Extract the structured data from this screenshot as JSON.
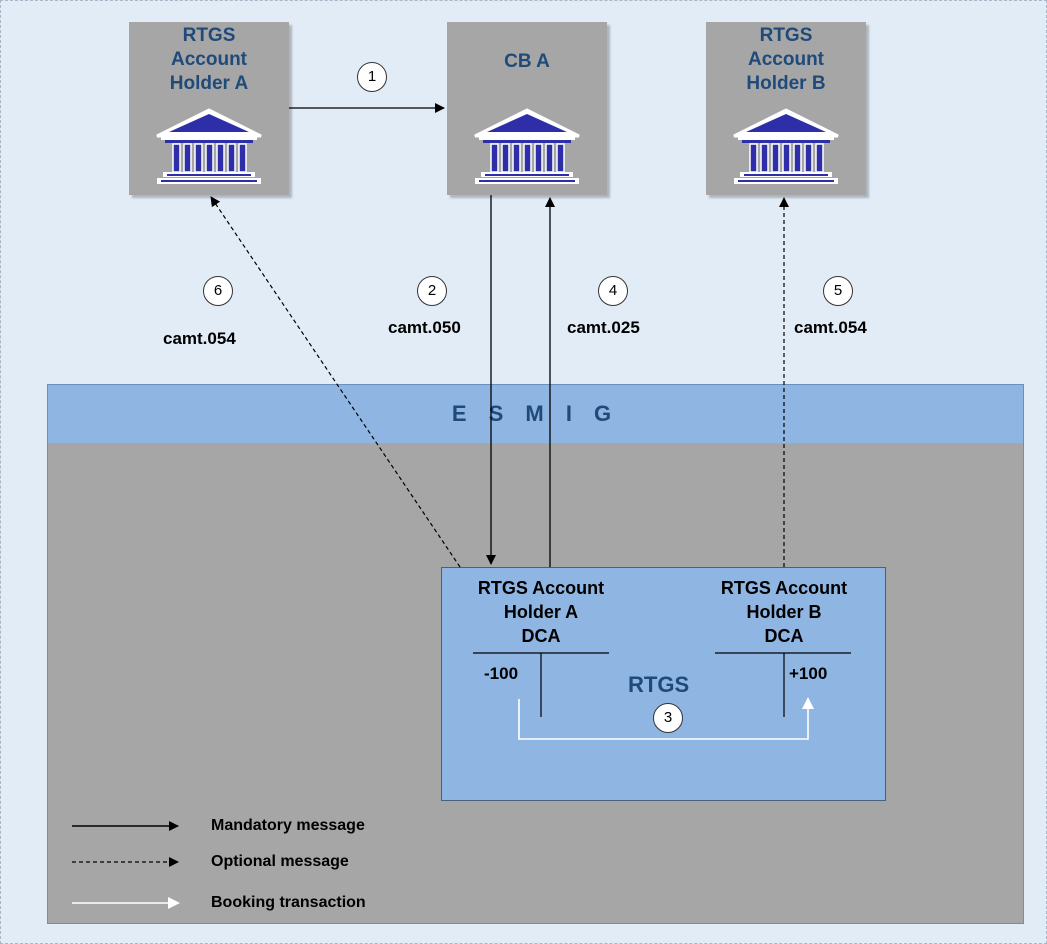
{
  "nodes": {
    "holder_a": {
      "title": "RTGS Account Holder A",
      "icon": "bank-icon"
    },
    "cb_a": {
      "title": "CB A",
      "icon": "bank-icon"
    },
    "holder_b": {
      "title": "RTGS Account Holder B",
      "icon": "bank-icon"
    }
  },
  "esmig": {
    "label": "E S M I G"
  },
  "rtgs": {
    "label": "RTGS",
    "account_a": {
      "line1": "RTGS Account",
      "line2": "Holder A",
      "line3": "DCA",
      "amount": "-100"
    },
    "account_b": {
      "line1": "RTGS Account",
      "line2": "Holder B",
      "line3": "DCA",
      "amount": "+100"
    }
  },
  "steps": [
    "1",
    "2",
    "3",
    "4",
    "5",
    "6"
  ],
  "messages": {
    "step2": "camt.050",
    "step4": "camt.025",
    "step5": "camt.054",
    "step6": "camt.054"
  },
  "legend": {
    "mandatory": "Mandatory message",
    "optional": "Optional message",
    "booking": "Booking transaction"
  },
  "colors": {
    "background": "#e2ecf7",
    "box_gray": "#a6a6a6",
    "esmig_blue": "#8fb5e3",
    "title_blue": "#1f4a7a",
    "bank_blue": "#2e2ea8"
  }
}
